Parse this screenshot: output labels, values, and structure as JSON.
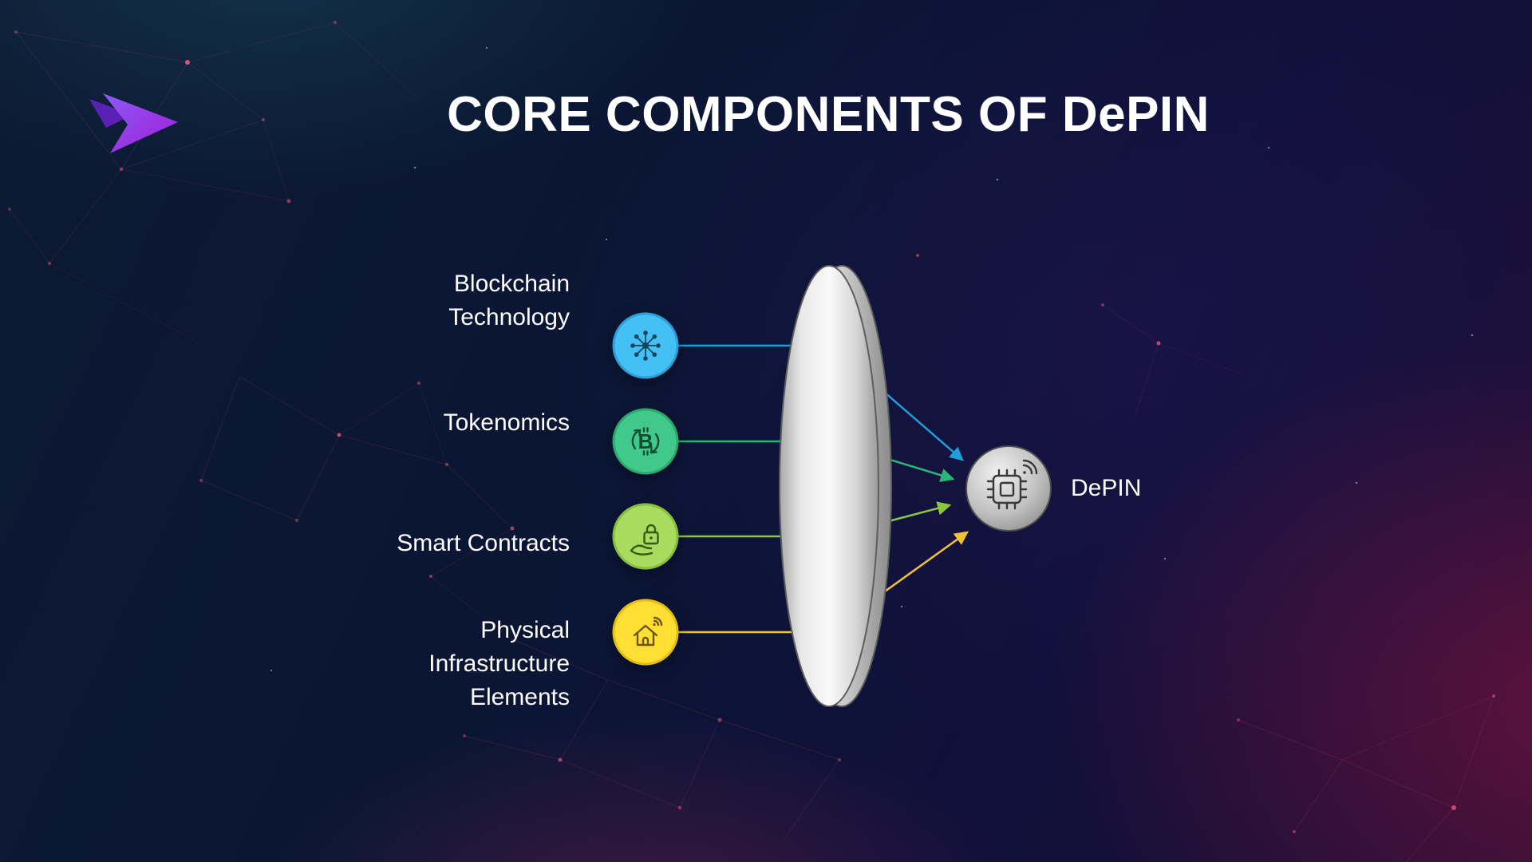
{
  "header": {
    "title": "CORE COMPONENTS OF DePIN"
  },
  "brand": {
    "logo": "purple-arrow-bird-logo"
  },
  "components": [
    {
      "name": "Blockchain Technology",
      "lines": [
        "Blockchain",
        "Technology"
      ],
      "icon": "network-nodes-icon",
      "circle_color": "#45C0F5",
      "ring_color": "#2D9FD6",
      "glyph_color": "#14455C",
      "line_color": "#1E9FD8"
    },
    {
      "name": "Tokenomics",
      "lines": [
        "Tokenomics"
      ],
      "icon": "token-cycle-icon",
      "circle_color": "#41C98B",
      "ring_color": "#2DA86C",
      "glyph_color": "#0E4D33",
      "line_color": "#2BB673"
    },
    {
      "name": "Smart Contracts",
      "lines": [
        "Smart Contracts"
      ],
      "icon": "contract-lock-icon",
      "circle_color": "#A8DB5E",
      "ring_color": "#86BE3E",
      "glyph_color": "#3A5A14",
      "line_color": "#8CC63F"
    },
    {
      "name": "Physical Infrastructure Elements",
      "lines": [
        "Physical",
        "Infrastructure",
        "Elements"
      ],
      "icon": "smart-home-icon",
      "circle_color": "#FFDF33",
      "ring_color": "#E3BE17",
      "glyph_color": "#6B5610",
      "line_color": "#F2C230"
    }
  ],
  "output": {
    "label": "DePIN",
    "icon": "chip-icon"
  },
  "flow": {
    "from": [
      "Blockchain Technology",
      "Tokenomics",
      "Smart Contracts",
      "Physical Infrastructure Elements"
    ],
    "through": "lens",
    "to": "DePIN"
  }
}
